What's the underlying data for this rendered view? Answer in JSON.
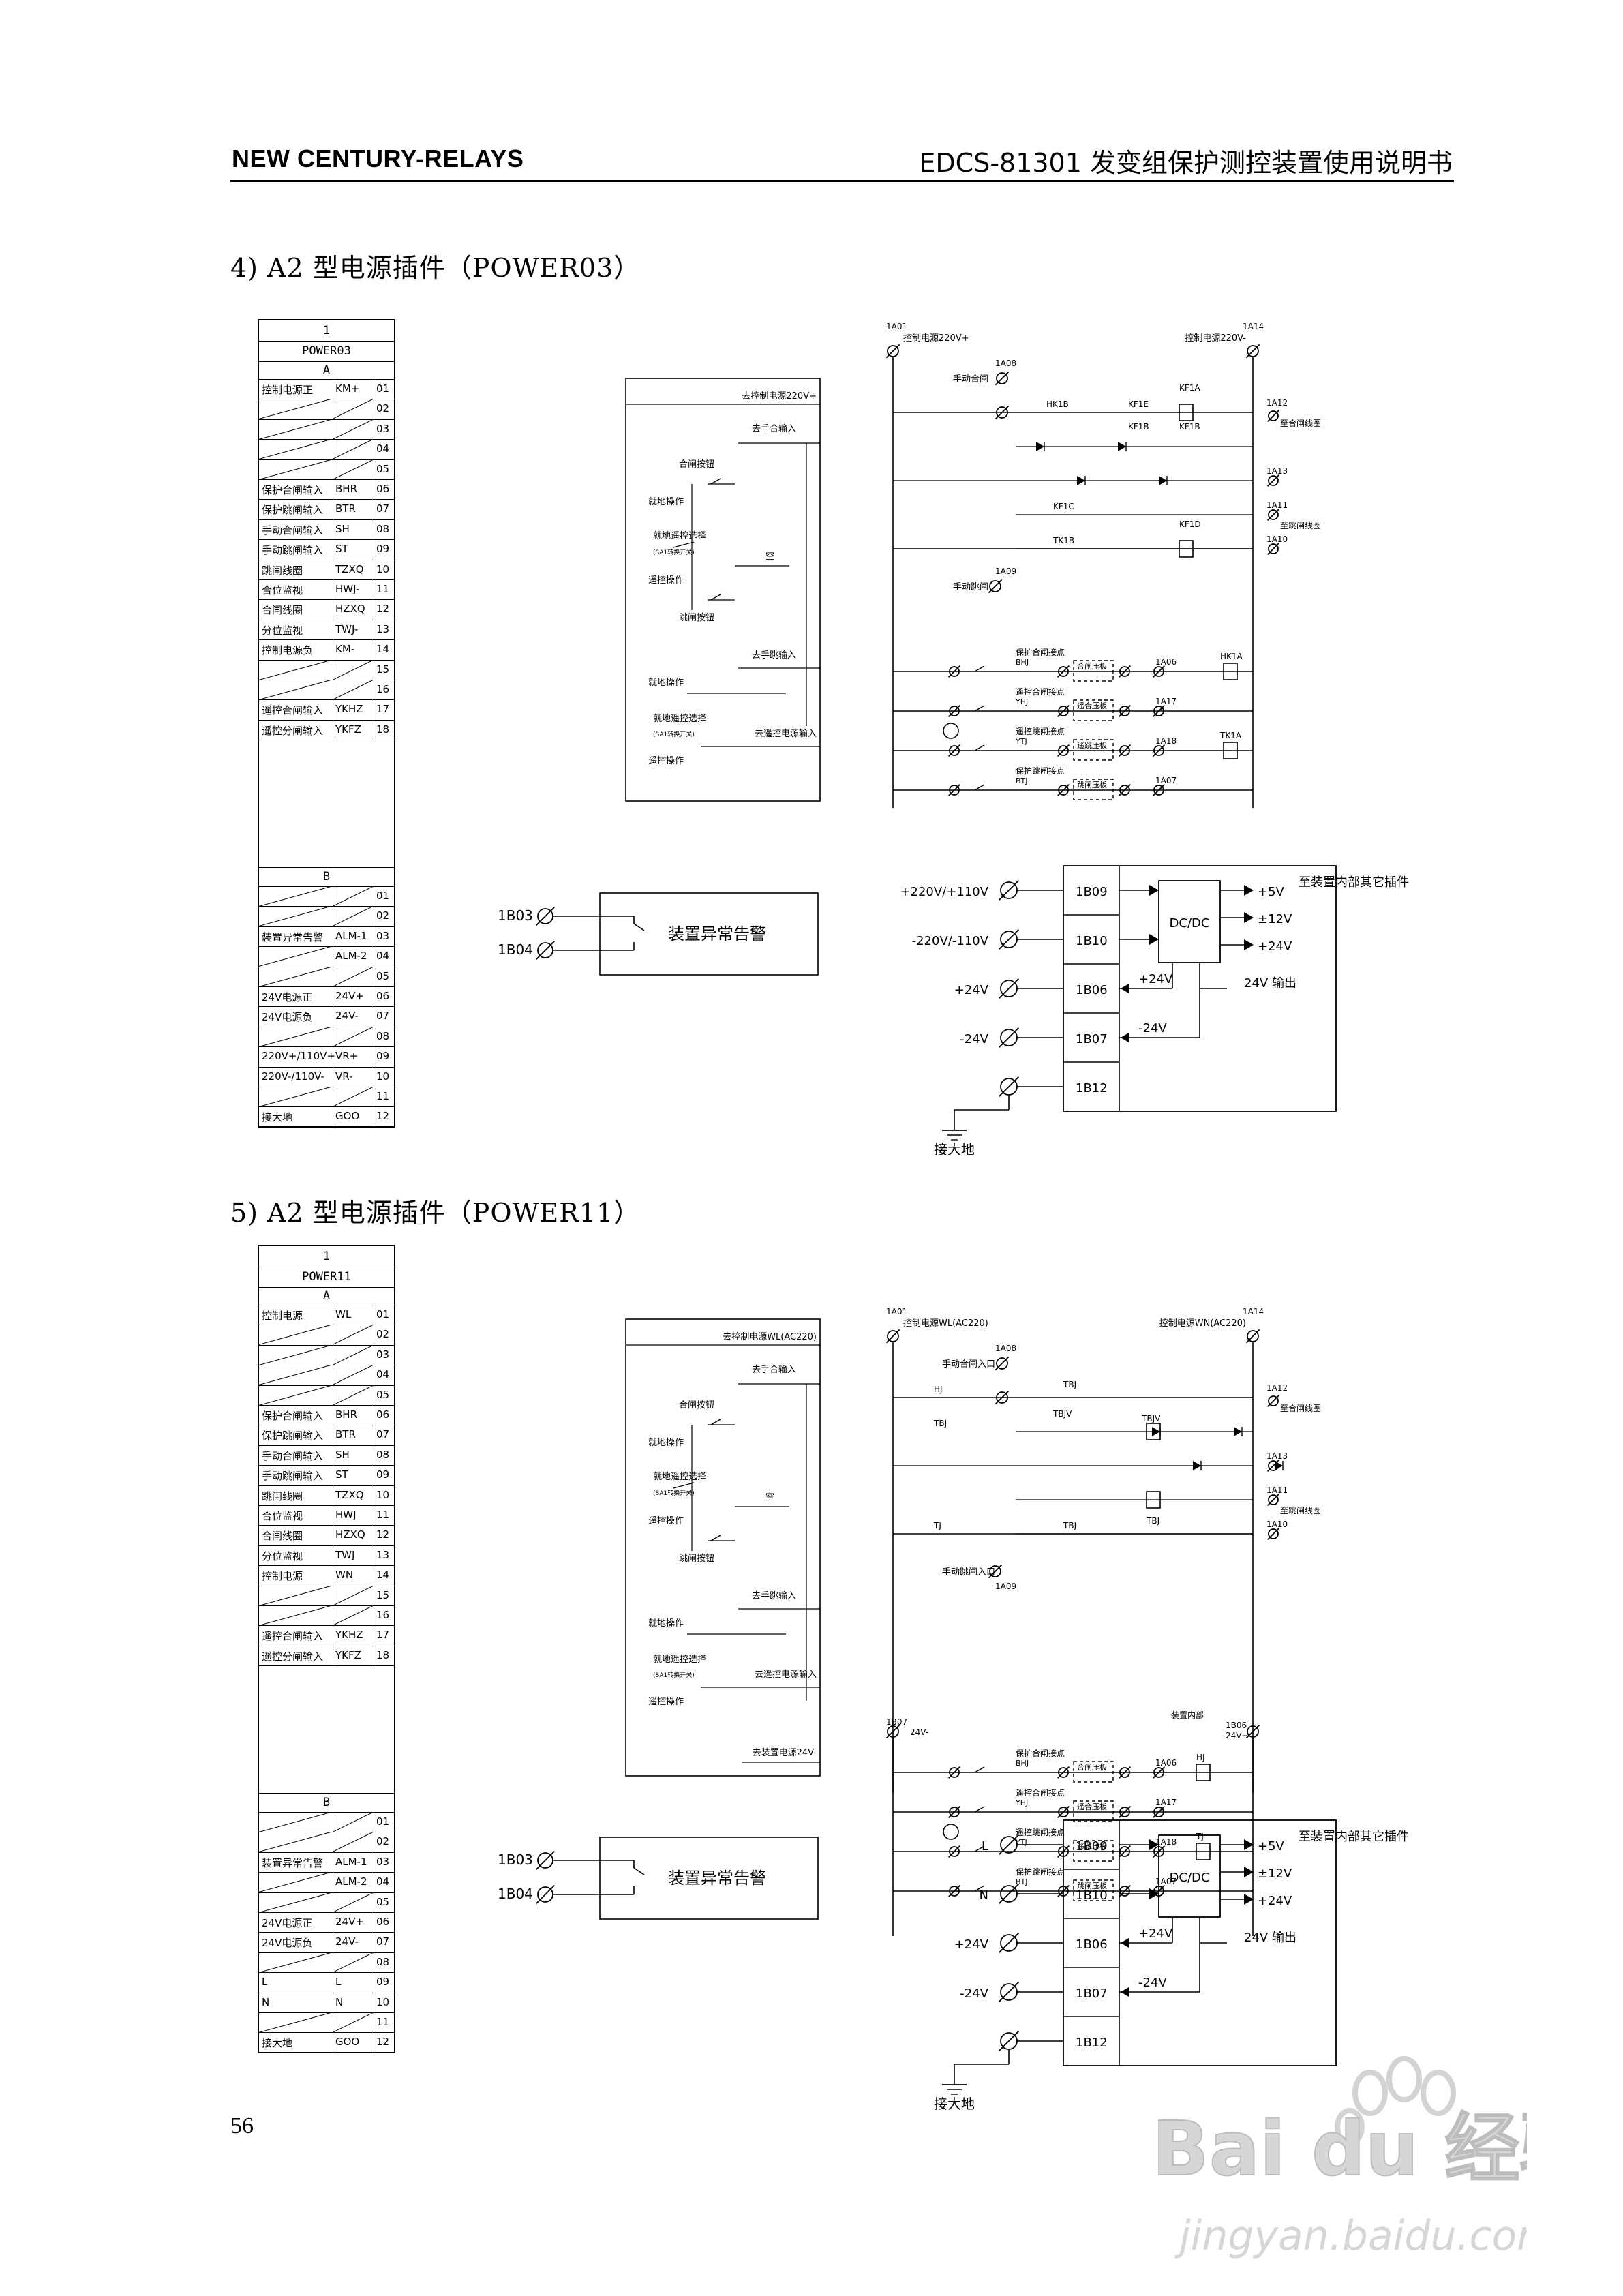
{
  "header": {
    "left": "NEW CENTURY-RELAYS",
    "right": "EDCS-81301 发变组保护测控装置使用说明书"
  },
  "sections": [
    {
      "title": "4)   A2 型电源插件（POWER03）",
      "table": {
        "slot": "1",
        "name": "POWER03",
        "partA": "A",
        "rowsA": [
          [
            "控制电源正",
            "KM+",
            "01"
          ],
          [
            "",
            "",
            "02"
          ],
          [
            "",
            "",
            "03"
          ],
          [
            "",
            "",
            "04"
          ],
          [
            "",
            "",
            "05"
          ],
          [
            "保护合闸输入",
            "BHR",
            "06"
          ],
          [
            "保护跳闸输入",
            "BTR",
            "07"
          ],
          [
            "手动合闸输入",
            "SH",
            "08"
          ],
          [
            "手动跳闸输入",
            "ST",
            "09"
          ],
          [
            "跳闸线圈",
            "TZXQ",
            "10"
          ],
          [
            "合位监视",
            "HWJ-",
            "11"
          ],
          [
            "合闸线圈",
            "HZXQ",
            "12"
          ],
          [
            "分位监视",
            "TWJ-",
            "13"
          ],
          [
            "控制电源负",
            "KM-",
            "14"
          ],
          [
            "",
            "",
            "15"
          ],
          [
            "",
            "",
            "16"
          ],
          [
            "遥控合闸输入",
            "YKHZ",
            "17"
          ],
          [
            "遥控分闸输入",
            "YKFZ",
            "18"
          ]
        ],
        "partB": "B",
        "rowsB": [
          [
            "",
            "",
            "01"
          ],
          [
            "",
            "",
            "02"
          ],
          [
            "装置异常告警",
            "ALM-1",
            "03"
          ],
          [
            "",
            "ALM-2",
            "04"
          ],
          [
            "",
            "",
            "05"
          ],
          [
            "24V电源正",
            "24V+",
            "06"
          ],
          [
            "24V电源负",
            "24V-",
            "07"
          ],
          [
            "",
            "",
            "08"
          ],
          [
            "220V+/110V+",
            "VR+",
            "09"
          ],
          [
            "220V-/110V-",
            "VR-",
            "10"
          ],
          [
            "",
            "",
            "11"
          ],
          [
            "接大地",
            "GOO",
            "12"
          ]
        ]
      },
      "circuit": {
        "box_top": "去控制电源220V+",
        "to_manual_close": "去手合输入",
        "close_button": "合闸按钮",
        "local_op": "就地操作",
        "local_remote_sel": "就地遥控选择",
        "sel_note": "(SA1转换开关)",
        "empty": "空",
        "remote_op": "遥控操作",
        "trip_button": "跳闸按钮",
        "to_manual_trip": "去手跳输入",
        "to_remote_power": "去遥控电源输入",
        "t_1a01": "1A01",
        "t_1a01_lbl": "控制电源220V+",
        "t_1a14": "1A14",
        "t_1a14_lbl": "控制电源220V-",
        "t_1a08": "1A08",
        "manual_close": "手动合闸",
        "t_1a09": "1A09",
        "manual_trip": "手动跳闸",
        "t_1a12": "1A12",
        "to_close_coil": "至合闸线圈",
        "t_1a13": "1A13",
        "t_1a11": "1A11",
        "to_trip_coil": "至跳闸线圈",
        "t_1a10": "1A10",
        "kf1a": "KF1A",
        "kf1b": "KF1B",
        "kf1c": "KF1C",
        "kf1d": "KF1D",
        "kf1e": "KF1E",
        "hk1b": "HK1B",
        "tk1b": "TK1B",
        "hk1a": "HK1A",
        "tk1a": "TK1A",
        "bhj_lbl": "保护合闸接点",
        "bhj": "BHJ",
        "hz_plate": "合闸压板",
        "t_1a06": "1A06",
        "yhj_lbl": "遥控合闸接点",
        "yhj": "YHJ",
        "yh_plate": "遥合压板",
        "t_1a17": "1A17",
        "ytj_lbl": "遥控跳闸接点",
        "ytj": "YTJ",
        "yt_plate": "遥跳压板",
        "t_1a18": "1A18",
        "btj_lbl": "保护跳闸接点",
        "btj": "BTJ",
        "tz_plate": "跳闸压板",
        "t_1a07": "1A07"
      },
      "alarm": {
        "t1": "1B03",
        "t2": "1B04",
        "label": "装置异常告警"
      },
      "power": {
        "in1": "+220V/+110V",
        "in2": "-220V/-110V",
        "in3": "+24V",
        "in4": "-24V",
        "b09": "1B09",
        "b10": "1B10",
        "b06": "1B06",
        "b07": "1B07",
        "b12": "1B12",
        "dcdc": "DC/DC",
        "o1": "+5V",
        "o2": "±12V",
        "o3": "+24V",
        "note": "至装置内部其它插件",
        "p24": "+24V",
        "m24": "-24V",
        "out24": "24V 输出",
        "ground": "接大地"
      }
    },
    {
      "title": "5)   A2 型电源插件（POWER11）",
      "table": {
        "slot": "1",
        "name": "POWER11",
        "partA": "A",
        "rowsA": [
          [
            "控制电源",
            "WL",
            "01"
          ],
          [
            "",
            "",
            "02"
          ],
          [
            "",
            "",
            "03"
          ],
          [
            "",
            "",
            "04"
          ],
          [
            "",
            "",
            "05"
          ],
          [
            "保护合闸输入",
            "BHR",
            "06"
          ],
          [
            "保护跳闸输入",
            "BTR",
            "07"
          ],
          [
            "手动合闸输入",
            "SH",
            "08"
          ],
          [
            "手动跳闸输入",
            "ST",
            "09"
          ],
          [
            "跳闸线圈",
            "TZXQ",
            "10"
          ],
          [
            "合位监视",
            "HWJ",
            "11"
          ],
          [
            "合闸线圈",
            "HZXQ",
            "12"
          ],
          [
            "分位监视",
            "TWJ",
            "13"
          ],
          [
            "控制电源",
            "WN",
            "14"
          ],
          [
            "",
            "",
            "15"
          ],
          [
            "",
            "",
            "16"
          ],
          [
            "遥控合闸输入",
            "YKHZ",
            "17"
          ],
          [
            "遥控分闸输入",
            "YKFZ",
            "18"
          ]
        ],
        "partB": "B",
        "rowsB": [
          [
            "",
            "",
            "01"
          ],
          [
            "",
            "",
            "02"
          ],
          [
            "装置异常告警",
            "ALM-1",
            "03"
          ],
          [
            "",
            "ALM-2",
            "04"
          ],
          [
            "",
            "",
            "05"
          ],
          [
            "24V电源正",
            "24V+",
            "06"
          ],
          [
            "24V电源负",
            "24V-",
            "07"
          ],
          [
            "",
            "",
            "08"
          ],
          [
            "L",
            "L",
            "09"
          ],
          [
            "N",
            "N",
            "10"
          ],
          [
            "",
            "",
            "11"
          ],
          [
            "接大地",
            "GOO",
            "12"
          ]
        ]
      },
      "circuit": {
        "box_top": "去控制电源WL(AC220)",
        "to_manual_close": "去手合输入",
        "close_button": "合闸按钮",
        "local_op": "就地操作",
        "local_remote_sel": "就地遥控选择",
        "sel_note": "(SA1转换开关)",
        "empty": "空",
        "remote_op": "遥控操作",
        "trip_button": "跳闸按钮",
        "to_manual_trip": "去手跳输入",
        "to_remote_power": "去遥控电源输入",
        "to_device_power": "去装置电源24V-",
        "t_1a01": "1A01",
        "t_1a01_lbl": "控制电源WL(AC220)",
        "t_1a14": "1A14",
        "t_1a14_lbl": "控制电源WN(AC220)",
        "t_1a08": "1A08",
        "manual_close_in": "手动合闸入口",
        "t_1a09": "1A09",
        "manual_trip_in": "手动跳闸入口",
        "t_1a12": "1A12",
        "to_close_coil": "至合闸线圈",
        "t_1a13": "1A13",
        "t_1a11": "1A11",
        "to_trip_coil": "至跳闸线圈",
        "t_1a10": "1A10",
        "hj": "HJ",
        "tbj": "TBJ",
        "tbjv": "TBJV",
        "tj": "TJ",
        "t_1b07": "1B07",
        "v24m": "24V-",
        "inside": "装置内部",
        "t_1b06": "1B06",
        "v24p": "24V+",
        "bhj_lbl": "保护合闸接点",
        "bhj": "BHJ",
        "hz_plate": "合闸压板",
        "t_1a06": "1A06",
        "yhj_lbl": "遥控合闸接点",
        "yhj": "YHJ",
        "yh_plate": "遥合压板",
        "t_1a17": "1A17",
        "ytj_lbl": "遥控跳闸接点",
        "ytj": "YTJ",
        "yt_plate": "遥跳压板",
        "t_1a18": "1A18",
        "btj_lbl": "保护跳闸接点",
        "btj": "BTJ",
        "tz_plate": "跳闸压板",
        "t_1a07": "1A07"
      },
      "alarm": {
        "t1": "1B03",
        "t2": "1B04",
        "label": "装置异常告警"
      },
      "power": {
        "in1": "L",
        "in2": "N",
        "in3": "+24V",
        "in4": "-24V",
        "b09": "1B09",
        "b10": "1B10",
        "b06": "1B06",
        "b07": "1B07",
        "b12": "1B12",
        "dcdc": "DC/DC",
        "o1": "+5V",
        "o2": "±12V",
        "o3": "+24V",
        "note": "至装置内部其它插件",
        "p24": "+24V",
        "m24": "-24V",
        "out24": "24V 输出",
        "ground": "接大地"
      }
    }
  ],
  "page_number": "56",
  "watermark": {
    "brand": "Bai du 经验",
    "url": "jingyan.baidu.com"
  }
}
